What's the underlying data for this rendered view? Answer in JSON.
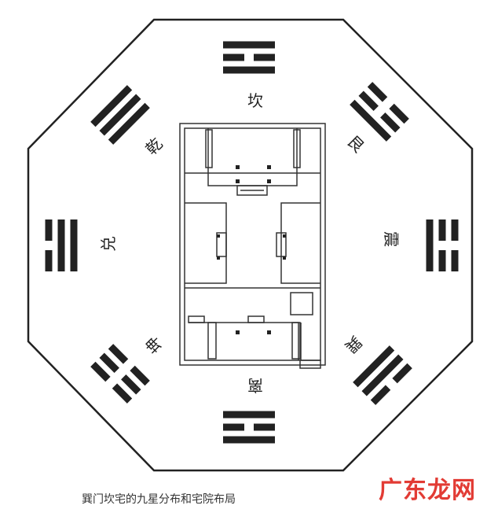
{
  "diagram": {
    "directions": {
      "kan": "坎",
      "gen": "艮",
      "zhen": "震",
      "xun": "巽",
      "li": "离",
      "kun": "坤",
      "dui": "兑",
      "qian": "乾"
    },
    "trigrams": {
      "top": [
        1,
        0,
        1
      ],
      "top_right": [
        1,
        0,
        0
      ],
      "right": [
        1,
        0,
        0
      ],
      "bottom_right": [
        1,
        1,
        0
      ],
      "bottom": [
        1,
        0,
        1
      ],
      "bottom_left": [
        0,
        0,
        0
      ],
      "left": [
        1,
        1,
        0
      ],
      "top_left": [
        1,
        1,
        1
      ]
    },
    "caption": "巽门坎宅的九星分布和宅院布局"
  },
  "watermark": "广东龙网",
  "colors": {
    "line": "#222222",
    "watermark": "#e23b34"
  }
}
